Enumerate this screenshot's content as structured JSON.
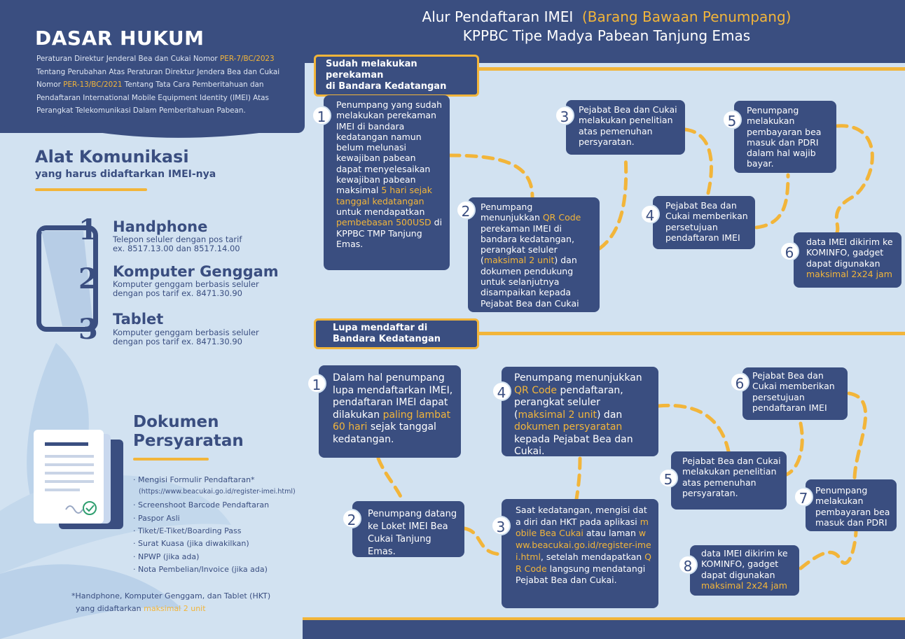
{
  "title": {
    "line1_main": "Alur Pendaftaran IMEI",
    "line1_accent": "(Barang Bawaan Penumpang)",
    "line2": "KPPBC Tipe Madya  Pabean Tanjung Emas"
  },
  "dasar_hukum": {
    "title": "DASAR HUKUM",
    "t1": "Peraturan Direktur Jenderal Bea dan Cukai Nomor ",
    "t1_accent": "PER-7/BC/2023",
    "t2": " Tentang Perubahan Atas Peraturan Direktur Jendera Bea dan Cukai Nomor ",
    "t2_accent": "PER-13/BC/2021",
    "t3": " Tentang Tata Cara Pemberitahuan dan Pendaftaran International Mobile Equipment Identity (IMEI) Atas Perangkat Telekomunikasi Dalam Pemberitahuan Pabean."
  },
  "alat": {
    "title": "Alat Komunikasi",
    "subtitle": "yang harus didaftarkan IMEI-nya",
    "items": [
      {
        "num": "1",
        "title": "Handphone",
        "desc1": "Telepon seluler dengan pos tarif",
        "desc2": "ex. 8517.13.00 dan 8517.14.00"
      },
      {
        "num": "2",
        "title": "Komputer Genggam",
        "desc1": "Komputer genggam berbasis seluler",
        "desc2": "dengan pos tarif ex. 8471.30.90"
      },
      {
        "num": "3",
        "title": "Tablet",
        "desc1": "Komputer genggam berbasis seluler",
        "desc2": "dengan pos tarif ex. 8471.30.90"
      }
    ]
  },
  "dokumen": {
    "title1": "Dokumen",
    "title2": "Persyaratan",
    "items": [
      "Mengisi Formulir Pendaftaran*",
      "(https://www.beacukai.go.id/register-imei.html)",
      "Screenshoot Barcode Pendaftaran",
      "Paspor Asli",
      "Tiket/E-Tiket/Boarding Pass",
      "Surat Kuasa (jika diwakilkan)",
      "NPWP (jika ada)",
      "Nota Pembelian/Invoice (jika ada)"
    ],
    "note1": "*Handphone, Komputer Genggam, dan Tablet (HKT)",
    "note2": "yang didaftarkan ",
    "note2_accent": "maksimal 2 unit"
  },
  "section_a": {
    "label1": "Sudah melakukan perekaman",
    "label2": "di Bandara Kedatangan",
    "steps": [
      {
        "n": "1",
        "a": "Penumpang yang sudah melakukan perekaman IMEI di bandara kedatangan namun belum melunasi kewajiban pabean dapat menyelesaikan kewajiban pabean maksimal ",
        "b": "5 hari sejak tanggal kedatangan",
        "c": " untuk mendapatkan ",
        "d": "pembebasan 500USD",
        "e": " di KPPBC TMP Tanjung Emas."
      },
      {
        "n": "2",
        "a": "Penumpang menunjukkan ",
        "b": "QR Code",
        "c": " perekaman IMEI di bandara kedatangan, perangkat seluler (",
        "d": "maksimal 2 unit",
        "e": ") dan dokumen pendukung untuk selanjutnya disampaikan kepada Pejabat Bea dan Cukai"
      },
      {
        "n": "3",
        "a": "Pejabat Bea dan Cukai melakukan penelitian atas pemenuhan persyaratan."
      },
      {
        "n": "4",
        "a": "Pejabat Bea dan Cukai memberikan persetujuan pendaftaran IMEI"
      },
      {
        "n": "5",
        "a": "Penumpang melakukan pembayaran bea masuk dan PDRI dalam hal wajib bayar."
      },
      {
        "n": "6",
        "a": "data IMEI dikirim ke KOMINFO, gadget dapat digunakan ",
        "b": "maksimal 2x24 jam"
      }
    ]
  },
  "section_b": {
    "label1": "Lupa mendaftar di",
    "label2": "Bandara Kedatangan",
    "steps": [
      {
        "n": "1",
        "a": "Dalam hal penumpang lupa mendaftarkan IMEI, pendaftaran IMEI dapat dilakukan ",
        "b": "paling lambat 60 hari",
        "c": " sejak tanggal kedatangan."
      },
      {
        "n": "2",
        "a": "Penumpang datang ke Loket IMEI Bea Cukai Tanjung Emas."
      },
      {
        "n": "3",
        "a": "Saat kedatangan, mengisi data diri dan HKT pada aplikasi ",
        "b": "mobile Bea Cukai",
        "c": " atau laman ",
        "d": "www.beacukai.go.id/register-imei.html",
        "e": ", setelah mendapatkan ",
        "f": "QR Code",
        "g": " langsung mendatangi Pejabat Bea dan Cukai."
      },
      {
        "n": "4",
        "a": "Penumpang menunjukkan ",
        "b": "QR Code",
        "c": " pendaftaran, perangkat seluler (",
        "d": "maksimal 2 unit",
        "e": ") dan ",
        "f": "dokumen persyaratan",
        "g": " kepada Pejabat Bea dan Cukai."
      },
      {
        "n": "5",
        "a": "Pejabat Bea dan Cukai melakukan penelitian atas pemenuhan persyaratan."
      },
      {
        "n": "6",
        "a": "Pejabat Bea dan Cukai memberikan persetujuan pendaftaran IMEI"
      },
      {
        "n": "7",
        "a": "Penumpang melakukan pembayaran bea masuk dan PDRI"
      },
      {
        "n": "8",
        "a": "data IMEI dikirim ke KOMINFO, gadget dapat digunakan ",
        "b": "maksimal 2x24 jam"
      }
    ]
  },
  "colors": {
    "navy": "#3a4e80",
    "gold": "#f2b53a",
    "background": "#d2e2f1"
  }
}
